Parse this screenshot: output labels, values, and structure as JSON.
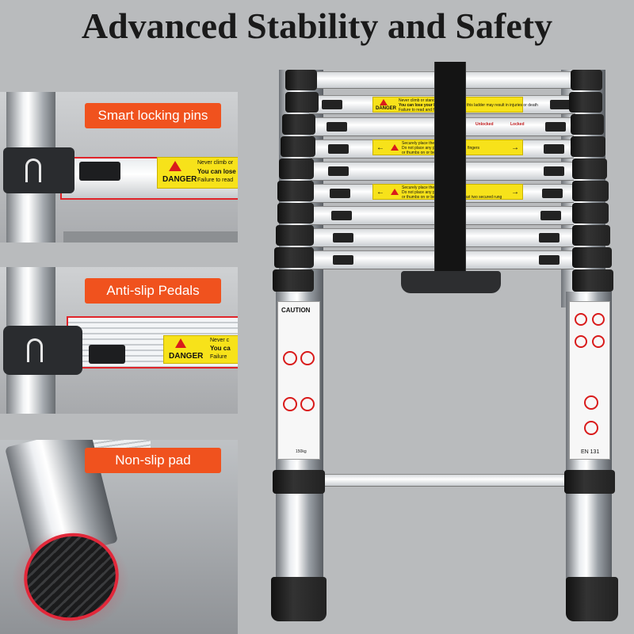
{
  "title": "Advanced Stability and Safety",
  "callouts": {
    "pins": "Smart locking pins",
    "pedals": "Anti-slip Pedals",
    "pad": "Non-slip pad"
  },
  "stickers": {
    "danger": "DANGER",
    "never_climb_1": "Never climb or",
    "lose_1": "You can lose",
    "failure_1": "Failure to read",
    "never_climb_2": "Never c",
    "lose_2": "You ca",
    "failure_2": "Failure",
    "top_never": "Never climb or stand on",
    "top_lose": "You can lose your bal",
    "top_failure": "Failure to read and follow",
    "top_tail": "this ladder may result in injuries or death",
    "thumb_1": "Securely place the thumb",
    "thumb_2": "Do not place any part of",
    "thumb_3": "or thumbs on or between",
    "thumb_tail_1": "th, fingers",
    "thumb_tail_2": "least two secured rung",
    "unlocked": "Unlocked",
    "locked": "Locked"
  },
  "labels": {
    "caution": "CAUTION",
    "en131": "EN 131",
    "max_load": "150kg"
  },
  "colors": {
    "background": "#b9bbbd",
    "accent": "#f0521e",
    "sticker_yellow": "#f7e21a",
    "danger_red": "#c0181a"
  }
}
